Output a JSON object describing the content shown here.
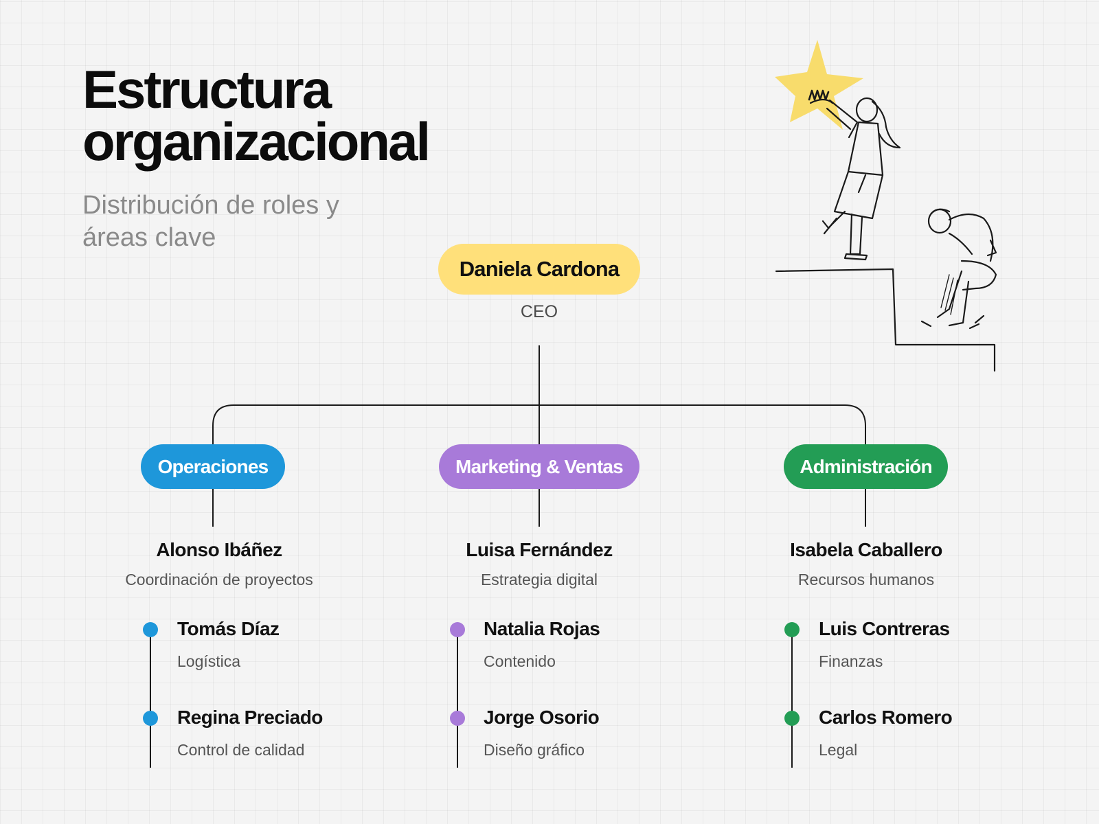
{
  "header": {
    "title_line1": "Estructura",
    "title_line2": "organizacional",
    "subtitle_line1": "Distribución de roles y",
    "subtitle_line2": "áreas clave"
  },
  "ceo": {
    "name": "Daniela Cardona",
    "role": "CEO"
  },
  "colors": {
    "ceo": "#ffe07a",
    "operaciones": "#1e97da",
    "marketing": "#a87ad9",
    "administracion": "#239d55",
    "star": "#f8dc6c",
    "lines": "#1a1a1a"
  },
  "departments": [
    {
      "name": "Operaciones",
      "manager": {
        "name": "Alonso Ibáñez",
        "role": "Coordinación de proyectos"
      },
      "staff": [
        {
          "name": "Tomás Díaz",
          "role": "Logística"
        },
        {
          "name": "Regina Preciado",
          "role": "Control de calidad"
        }
      ]
    },
    {
      "name": "Marketing & Ventas",
      "manager": {
        "name": "Luisa Fernández",
        "role": "Estrategia digital"
      },
      "staff": [
        {
          "name": "Natalia Rojas",
          "role": "Contenido"
        },
        {
          "name": "Jorge Osorio",
          "role": "Diseño gráfico"
        }
      ]
    },
    {
      "name": "Administración",
      "manager": {
        "name": "Isabela Caballero",
        "role": "Recursos humanos"
      },
      "staff": [
        {
          "name": "Luis Contreras",
          "role": "Finanzas"
        },
        {
          "name": "Carlos Romero",
          "role": "Legal"
        }
      ]
    }
  ],
  "illustration": {
    "icon": "star-reaching-people-illustration"
  }
}
